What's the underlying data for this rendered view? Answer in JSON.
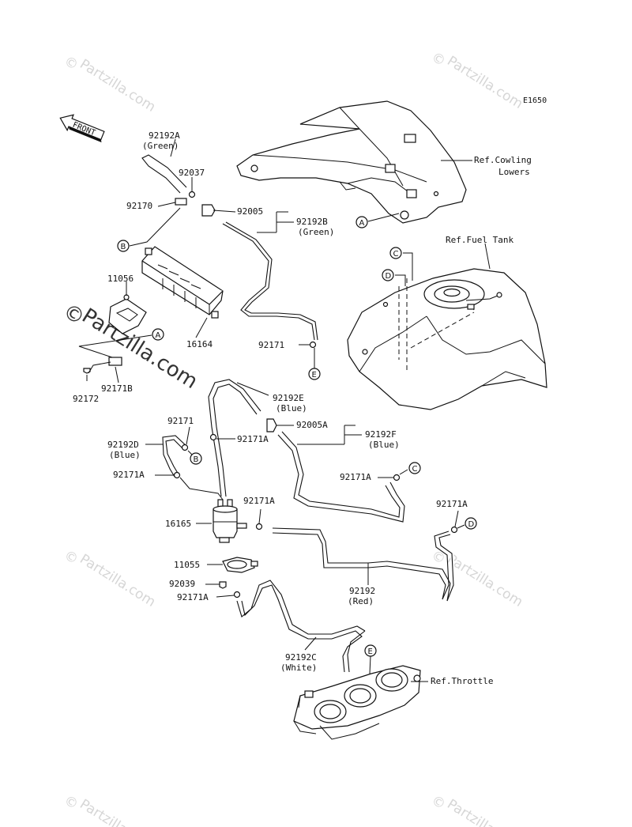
{
  "diagram_id": "E1650",
  "front_label": "FRONT",
  "watermarks": {
    "brand": "Partzilla.com",
    "copyright": "©"
  },
  "callouts": [
    "A",
    "B",
    "C",
    "D",
    "E"
  ],
  "references": {
    "cowling": "Ref.Cowling",
    "cowling2": "Lowers",
    "fuel_tank": "Ref.Fuel Tank",
    "throttle": "Ref.Throttle"
  },
  "parts": {
    "p92192A": "92192A",
    "p92192A_color": "(Green)",
    "p92037": "92037",
    "p92170": "92170",
    "p92005": "92005",
    "p92192B": "92192B",
    "p92192B_color": "(Green)",
    "p11056": "11056",
    "p16164": "16164",
    "p92171_top": "92171",
    "p92172": "92172",
    "p92171B": "92171B",
    "p92192E": "92192E",
    "p92192E_color": "(Blue)",
    "p92171_mid": "92171",
    "p92005A": "92005A",
    "p92192F": "92192F",
    "p92192F_color": "(Blue)",
    "p92192D": "92192D",
    "p92192D_color": "(Blue)",
    "p92171A_1": "92171A",
    "p92171A_2": "92171A",
    "p92171A_3": "92171A",
    "p92171A_4": "92171A",
    "p92171A_5": "92171A",
    "p92171A_6": "92171A",
    "p16165": "16165",
    "p11055": "11055",
    "p92039": "92039",
    "p92192": "92192",
    "p92192_color": "(Red)",
    "p92192C": "92192C",
    "p92192C_color": "(White)"
  }
}
